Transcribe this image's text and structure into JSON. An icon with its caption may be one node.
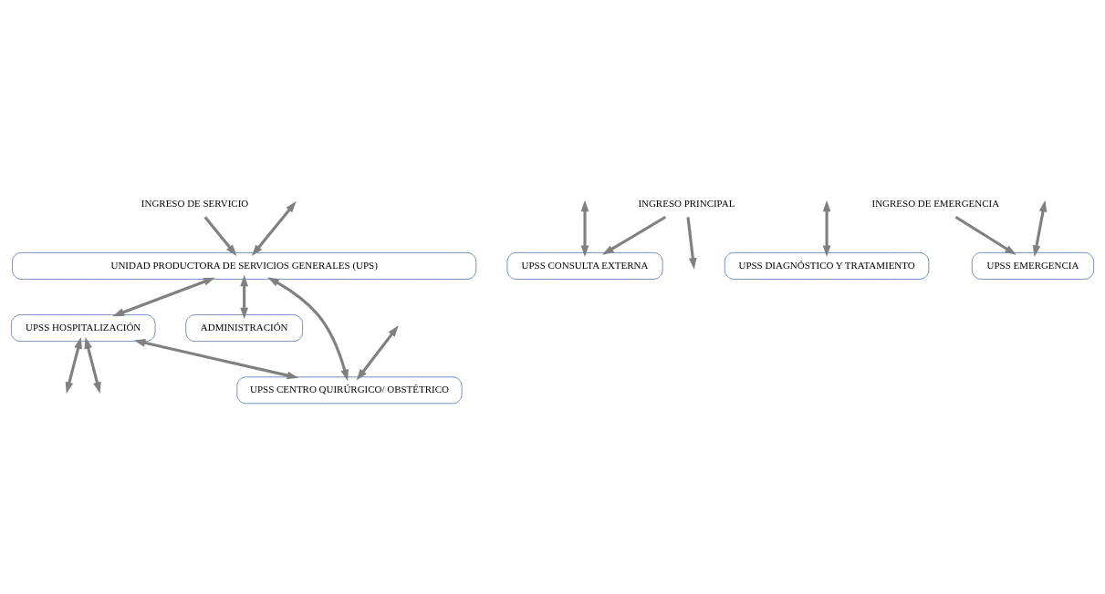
{
  "diagram": {
    "nodes": [
      {
        "text": [
          "INGRESO DE SERVICIO"
        ]
      },
      {
        "text": [
          "UNIDAD PRODUCTORA DE SERVICIOS GENERALES (UPS)"
        ]
      },
      {
        "text": [
          "UPSS HOSPITALIZACIÓN"
        ]
      },
      {
        "text": [
          "UPSS CENTRO QUIRÚRGICO/ OBSTÉTRICO"
        ]
      },
      {
        "text": [
          "ADMINISTRACIÓN"
        ]
      },
      {
        "text": [
          "UPSS CONSULTA EXTERNA"
        ]
      },
      {
        "text": [
          "UPSS DIAGNÓSTICO Y TRATAMIENTO"
        ]
      },
      {
        "text": [
          "UPSS EMERGENCIA"
        ]
      },
      {
        "text": [
          "INGRESO DE EMERGENCIA"
        ]
      },
      {
        "text": [
          "INGRESO PRINCIPAL"
        ]
      }
    ],
    "edges": [
      {
        "from": 0,
        "to": 1,
        "arrow": "to"
      },
      {
        "from": 1,
        "to": 4,
        "arrow": "both"
      },
      {
        "from": 1,
        "to": 2,
        "arrow": "both"
      },
      {
        "from": 1,
        "to": 3,
        "arrow": "both"
      },
      {
        "from": 2,
        "to": 3,
        "arrow": "both"
      },
      {
        "from": 2,
        "to": null,
        "arrow": "both"
      },
      {
        "from": null,
        "to": 5,
        "arrow": "both"
      },
      {
        "from": null,
        "to": 6,
        "arrow": "both"
      },
      {
        "from": null,
        "to": 3,
        "arrow": "both"
      },
      {
        "from": null,
        "to": 7,
        "arrow": "both"
      },
      {
        "from": null,
        "to": 1,
        "arrow": "both"
      },
      {
        "from": 2,
        "to": null,
        "arrow": "both"
      },
      {
        "from": 9,
        "to": null,
        "arrow": "to"
      },
      {
        "from": 9,
        "to": 5,
        "arrow": "to"
      },
      {
        "from": 8,
        "to": 7,
        "arrow": "to"
      }
    ]
  }
}
